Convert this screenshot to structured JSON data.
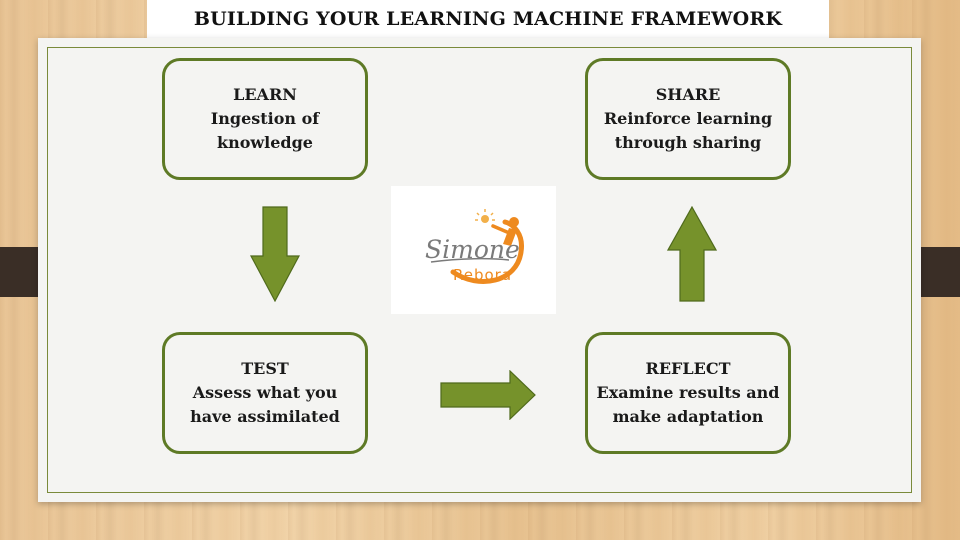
{
  "title": "BUILDING YOUR LEARNING MACHINE FRAMEWORK",
  "steps": {
    "learn": {
      "heading": "LEARN",
      "desc": "Ingestion of knowledge"
    },
    "share": {
      "heading": "SHARE",
      "desc": "Reinforce learning through sharing"
    },
    "test": {
      "heading": "TEST",
      "desc": "Assess what you have assimilated"
    },
    "reflect": {
      "heading": "REFLECT",
      "desc": "Examine results and make adaptation"
    }
  },
  "logo": {
    "line1": "Simone",
    "line2": "Rebora"
  },
  "colors": {
    "arrow": "#76922b",
    "box_border": "#5e7a26",
    "logo_orange": "#ee8a1f",
    "logo_gray": "#7a7a7a"
  }
}
